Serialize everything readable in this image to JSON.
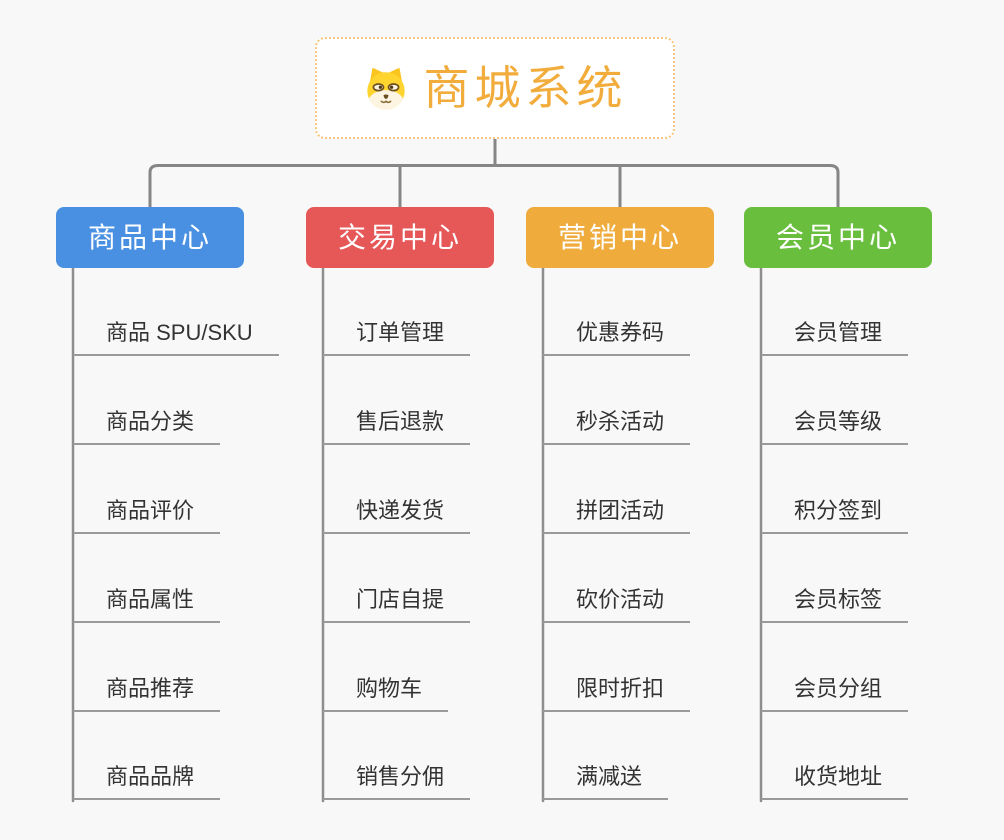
{
  "page": {
    "background_color": "#f8f8f8",
    "connector_color": "#868686"
  },
  "root": {
    "title": "商城系统",
    "icon": "dog-face-icon",
    "text_color": "#f2ac3c",
    "border_color": "#f5c67d",
    "background_color": "#ffffff"
  },
  "branches": [
    {
      "label": "商品中心",
      "color": "#4a90e2",
      "children": [
        "商品 SPU/SKU",
        "商品分类",
        "商品评价",
        "商品属性",
        "商品推荐",
        "商品品牌"
      ]
    },
    {
      "label": "交易中心",
      "color": "#e65858",
      "children": [
        "订单管理",
        "售后退款",
        "快递发货",
        "门店自提",
        "购物车",
        "销售分佣"
      ]
    },
    {
      "label": "营销中心",
      "color": "#efac3d",
      "children": [
        "优惠券码",
        "秒杀活动",
        "拼团活动",
        "砍价活动",
        "限时折扣",
        "满减送"
      ]
    },
    {
      "label": "会员中心",
      "color": "#6abe3e",
      "children": [
        "会员管理",
        "会员等级",
        "积分签到",
        "会员标签",
        "会员分组",
        "收货地址"
      ]
    }
  ]
}
